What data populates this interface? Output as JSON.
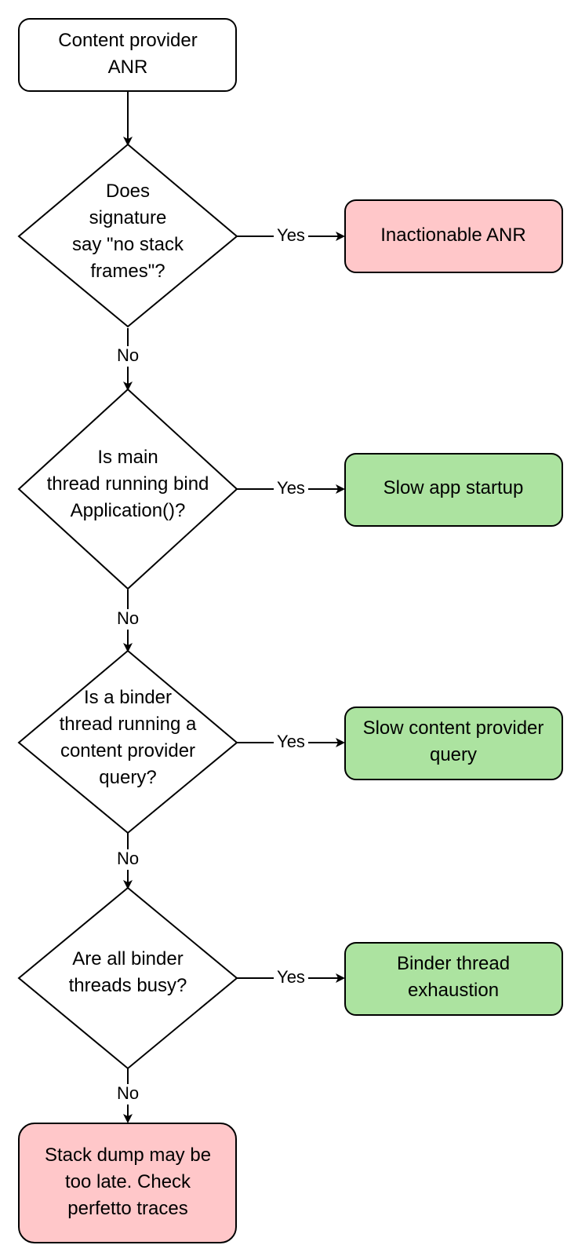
{
  "colors": {
    "stroke": "#000000",
    "white": "#ffffff",
    "red_fill": "#ffc7c9",
    "green_fill": "#ace3a0"
  },
  "nodes": {
    "start": {
      "lines": [
        "Content provider",
        "ANR"
      ]
    },
    "q1": {
      "lines": [
        "Does",
        "signature",
        "say \"no stack",
        "frames\"?"
      ]
    },
    "q2": {
      "lines": [
        "Is main",
        "thread running bind",
        "Application()?"
      ]
    },
    "q3": {
      "lines": [
        "Is a binder",
        "thread running a",
        "content provider",
        "query?"
      ]
    },
    "q4": {
      "lines": [
        "Are all binder",
        "threads busy?"
      ]
    },
    "r1": {
      "lines": [
        "Inactionable ANR"
      ]
    },
    "r2": {
      "lines": [
        "Slow app startup"
      ]
    },
    "r3": {
      "lines": [
        "Slow content provider",
        "query"
      ]
    },
    "r4": {
      "lines": [
        "Binder thread",
        "exhaustion"
      ]
    },
    "end": {
      "lines": [
        "Stack dump may be",
        "too late. Check",
        "perfetto traces"
      ]
    }
  },
  "edges": {
    "yes_label": "Yes",
    "no_label": "No"
  }
}
